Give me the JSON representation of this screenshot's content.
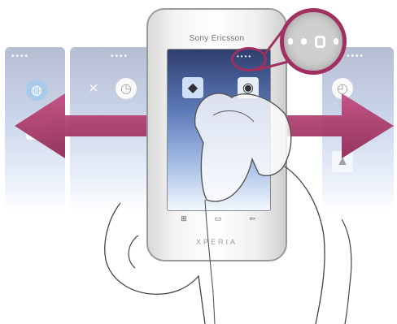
{
  "phone": {
    "brand": "Sony Ericsson",
    "model": "XPERIA",
    "keys": [
      "⊞",
      "▭",
      "⇦"
    ]
  },
  "zoom": {
    "dot_count": 4,
    "active_index": 2
  },
  "pane_dots": "••••",
  "colors": {
    "accent": "#a0305f",
    "screen_dark": "#2f3f6e"
  },
  "icons": [
    "globe-icon",
    "tools-icon",
    "timer-icon",
    "calculator-icon",
    "photo-icon",
    "camera-icon",
    "clock-icon"
  ]
}
